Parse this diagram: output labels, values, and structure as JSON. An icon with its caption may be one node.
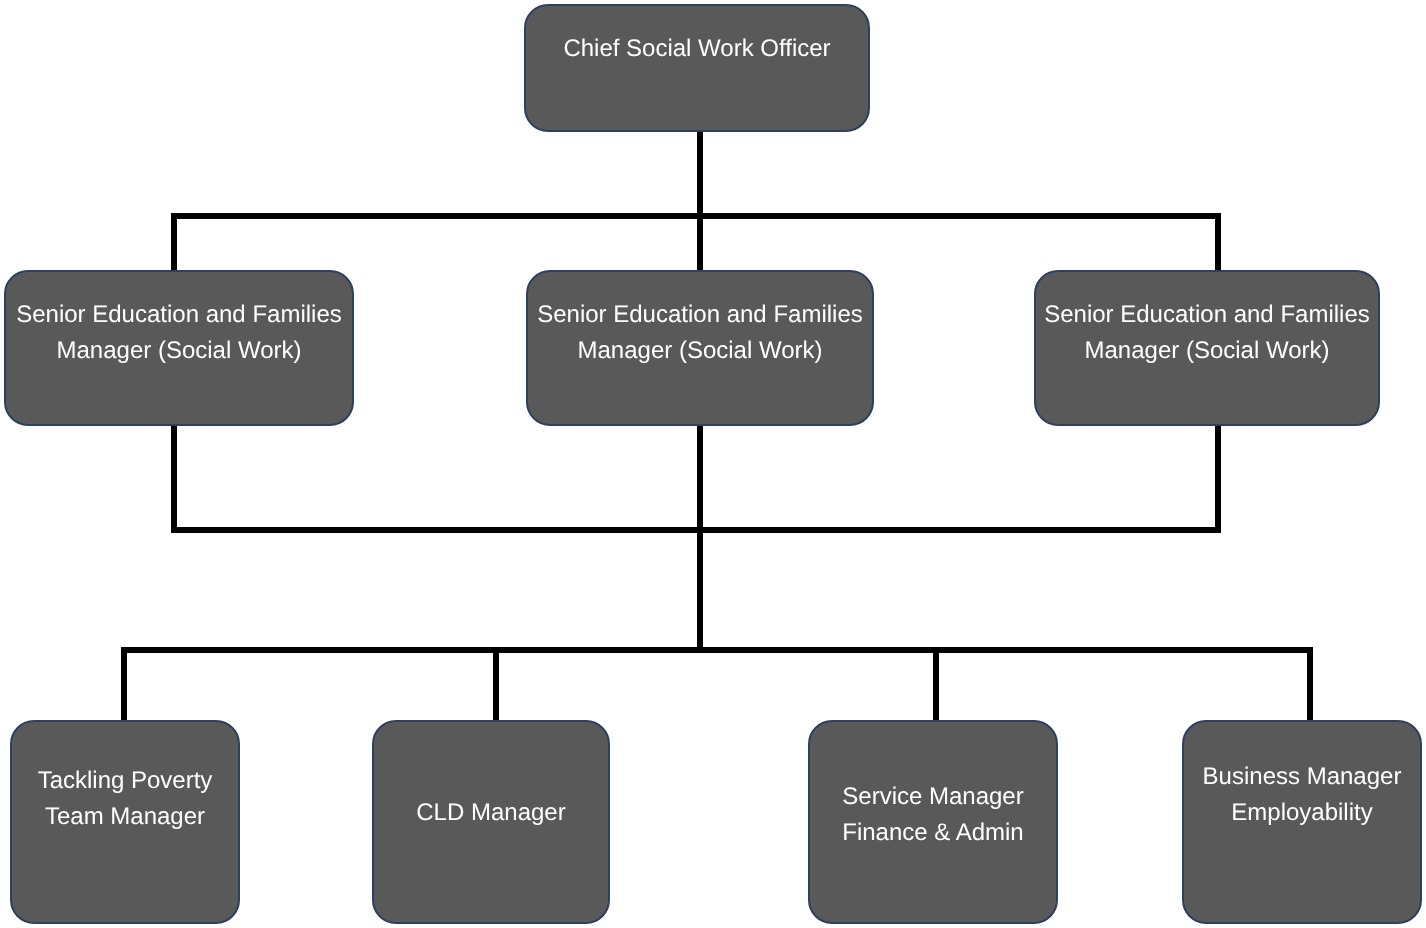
{
  "diagram": {
    "nodes": [
      {
        "text": [
          "Chief Social Work Officer"
        ]
      },
      {
        "text": [
          "Senior Education and Families Manager (Social Work)"
        ]
      },
      {
        "text": [
          "Senior Education and Families Manager (Social Work)"
        ]
      },
      {
        "text": [
          "Senior Education and Families Manager (Social Work)"
        ]
      },
      {
        "text": [
          "Tackling Poverty Team Manager"
        ]
      },
      {
        "text": [
          "CLD Manager"
        ]
      },
      {
        "text": [
          "Service Manager Finance & Admin"
        ]
      },
      {
        "text": [
          "Business Manager Employability"
        ]
      }
    ],
    "edges": [
      {
        "from": 0,
        "to": 1,
        "arrow": "none"
      },
      {
        "from": 0,
        "to": 2,
        "arrow": "none"
      },
      {
        "from": 0,
        "to": 3,
        "arrow": "none"
      },
      {
        "from": 1,
        "to": 4,
        "arrow": "none"
      },
      {
        "from": 1,
        "to": 5,
        "arrow": "none"
      },
      {
        "from": 1,
        "to": 6,
        "arrow": "none"
      },
      {
        "from": 1,
        "to": 7,
        "arrow": "none"
      },
      {
        "from": 2,
        "to": 4,
        "arrow": "none"
      },
      {
        "from": 2,
        "to": 5,
        "arrow": "none"
      },
      {
        "from": 2,
        "to": 6,
        "arrow": "none"
      },
      {
        "from": 2,
        "to": 7,
        "arrow": "none"
      },
      {
        "from": 3,
        "to": 4,
        "arrow": "none"
      },
      {
        "from": 3,
        "to": 5,
        "arrow": "none"
      },
      {
        "from": 3,
        "to": 6,
        "arrow": "none"
      },
      {
        "from": 3,
        "to": 7,
        "arrow": "none"
      }
    ]
  }
}
